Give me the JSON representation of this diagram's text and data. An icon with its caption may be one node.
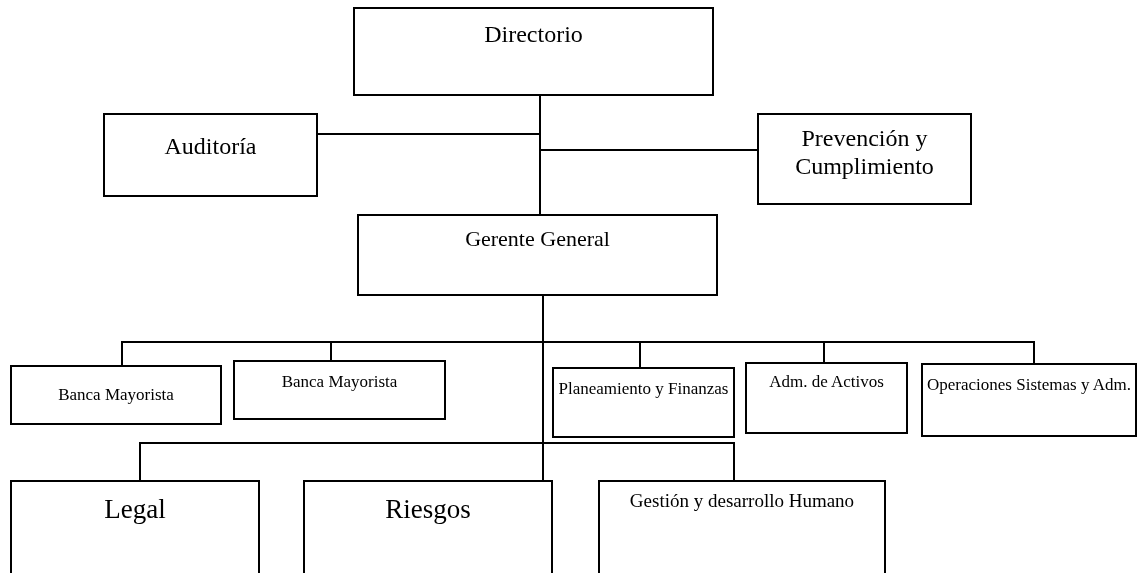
{
  "diagram": {
    "nodes": [
      {
        "text": [
          "Directorio"
        ]
      },
      {
        "text": [
          "Auditoría"
        ]
      },
      {
        "text": [
          "Prevención y Cumplimiento"
        ]
      },
      {
        "text": [
          "Gerente General"
        ]
      },
      {
        "text": [
          "Banca Mayorista"
        ]
      },
      {
        "text": [
          "Banca Mayorista"
        ]
      },
      {
        "text": [
          "Planeamiento y Finanzas"
        ]
      },
      {
        "text": [
          "Adm. de Activos"
        ]
      },
      {
        "text": [
          "Operaciones Sistemas y Adm."
        ]
      },
      {
        "text": [
          "Legal"
        ]
      },
      {
        "text": [
          "Riesgos"
        ]
      },
      {
        "text": [
          "Gestión y desarrollo Humano"
        ]
      }
    ],
    "edges": [
      {
        "from": 0,
        "to": 1,
        "arrow": "none"
      },
      {
        "from": 0,
        "to": 2,
        "arrow": "none"
      },
      {
        "from": 0,
        "to": 3,
        "arrow": "none"
      },
      {
        "from": 3,
        "to": 4,
        "arrow": "none"
      },
      {
        "from": 3,
        "to": 5,
        "arrow": "none"
      },
      {
        "from": 3,
        "to": 6,
        "arrow": "none"
      },
      {
        "from": 3,
        "to": 7,
        "arrow": "none"
      },
      {
        "from": 3,
        "to": 8,
        "arrow": "none"
      },
      {
        "from": 3,
        "to": 9,
        "arrow": "none"
      },
      {
        "from": 3,
        "to": 10,
        "arrow": "none"
      },
      {
        "from": 3,
        "to": 11,
        "arrow": "none"
      }
    ]
  }
}
